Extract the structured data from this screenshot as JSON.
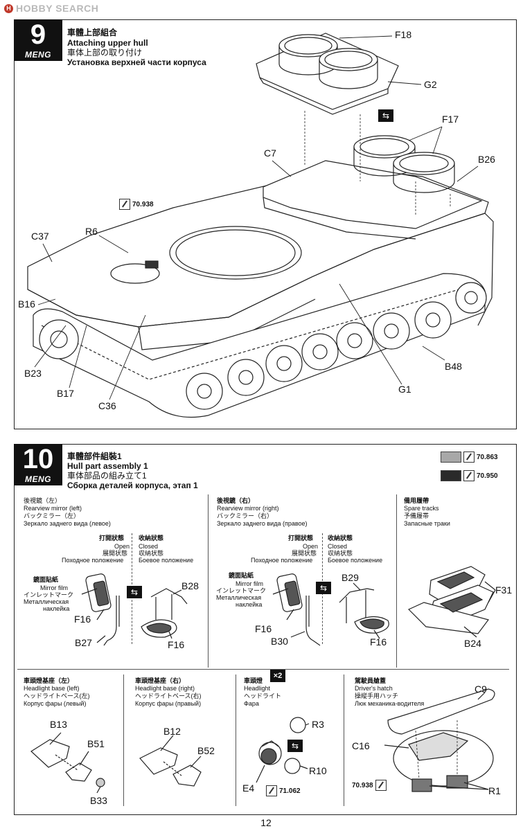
{
  "watermark": {
    "text": "HOBBY SEARCH"
  },
  "brand": "MENG",
  "step9": {
    "number": "9",
    "title_zh": "車體上部組合",
    "title_en": "Attaching upper hull",
    "title_ja": "車体上部の取り付け",
    "title_ru": "Установка верхней части корпуса",
    "paint": "70.938",
    "parts": [
      "F18",
      "G2",
      "F17",
      "C7",
      "B26",
      "R6",
      "C37",
      "B16",
      "B23",
      "B17",
      "C36",
      "G1",
      "B48"
    ]
  },
  "step10": {
    "number": "10",
    "title_zh": "車體部件組裝1",
    "title_en": "Hull part assembly 1",
    "title_ja": "車体部品の組み立て1",
    "title_ru": "Сборка деталей корпуса, этап 1",
    "paint_a": "70.863",
    "paint_b": "70.950",
    "colors": {
      "paint_a": "#a8a8a8",
      "paint_b": "#2a2a2a"
    },
    "mirror_left": {
      "zh": "後視鏡（左）",
      "en": "Rearview mirror (left)",
      "ja": "バックミラー（左）",
      "ru": "Зеркало заднего вида (левое)",
      "open_zh": "打開狀態",
      "open_en": "Open",
      "open_ja": "展開状態",
      "open_ru": "Походное положение",
      "closed_zh": "收納狀態",
      "closed_en": "Closed",
      "closed_ja": "収納状態",
      "closed_ru": "Боевое положение",
      "film_zh": "鏡面貼紙",
      "film_en": "Mirror film",
      "film_ja": "インレットマーク",
      "film_ru1": "Металлическая",
      "film_ru2": "наклейка",
      "parts": [
        "B28",
        "F16",
        "B27",
        "F16"
      ]
    },
    "mirror_right": {
      "zh": "後視鏡（右）",
      "en": "Rearview mirror (right)",
      "ja": "バックミラー（右）",
      "ru": "Зеркало заднего вида (правое)",
      "open_zh": "打開狀態",
      "open_en": "Open",
      "open_ja": "展開状態",
      "open_ru": "Походное положение",
      "closed_zh": "收納狀態",
      "closed_en": "Closed",
      "closed_ja": "収納状態",
      "closed_ru": "Боевое положение",
      "film_zh": "鏡面貼紙",
      "film_en": "Mirror film",
      "film_ja": "インレットマーク",
      "film_ru1": "Металлическая",
      "film_ru2": "наклейка",
      "parts": [
        "B29",
        "F16",
        "B30",
        "F16"
      ]
    },
    "spare_tracks": {
      "zh": "備用履帶",
      "en": "Spare tracks",
      "ja": "予備履帯",
      "ru": "Запасные траки",
      "parts": [
        "F31",
        "B24"
      ]
    },
    "headlight_base_left": {
      "zh": "車頭燈基座（左）",
      "en": "Headlight base (left)",
      "ja": "ヘッドライトベース(左)",
      "ru": "Корпус фары (левый)",
      "parts": [
        "B13",
        "B51",
        "B33"
      ]
    },
    "headlight_base_right": {
      "zh": "車頭燈基座（右）",
      "en": "Headlight base (right)",
      "ja": "ヘッドライトベース(右)",
      "ru": "Корпус фары (правый)",
      "parts": [
        "B12",
        "B52"
      ]
    },
    "headlight": {
      "zh": "車頭燈",
      "en": "Headlight",
      "ja": "ヘッドライト",
      "ru": "Фара",
      "qty": "×2",
      "paint": "71.062",
      "parts": [
        "R3",
        "R10",
        "E4"
      ]
    },
    "drivers_hatch": {
      "zh": "駕駛員艙蓋",
      "en": "Driver's hatch",
      "ja": "操縦手用ハッチ",
      "ru": "Люк механика-водителя",
      "paint": "70.938",
      "parts": [
        "C9",
        "C16",
        "R1"
      ]
    }
  },
  "page_number": "12"
}
